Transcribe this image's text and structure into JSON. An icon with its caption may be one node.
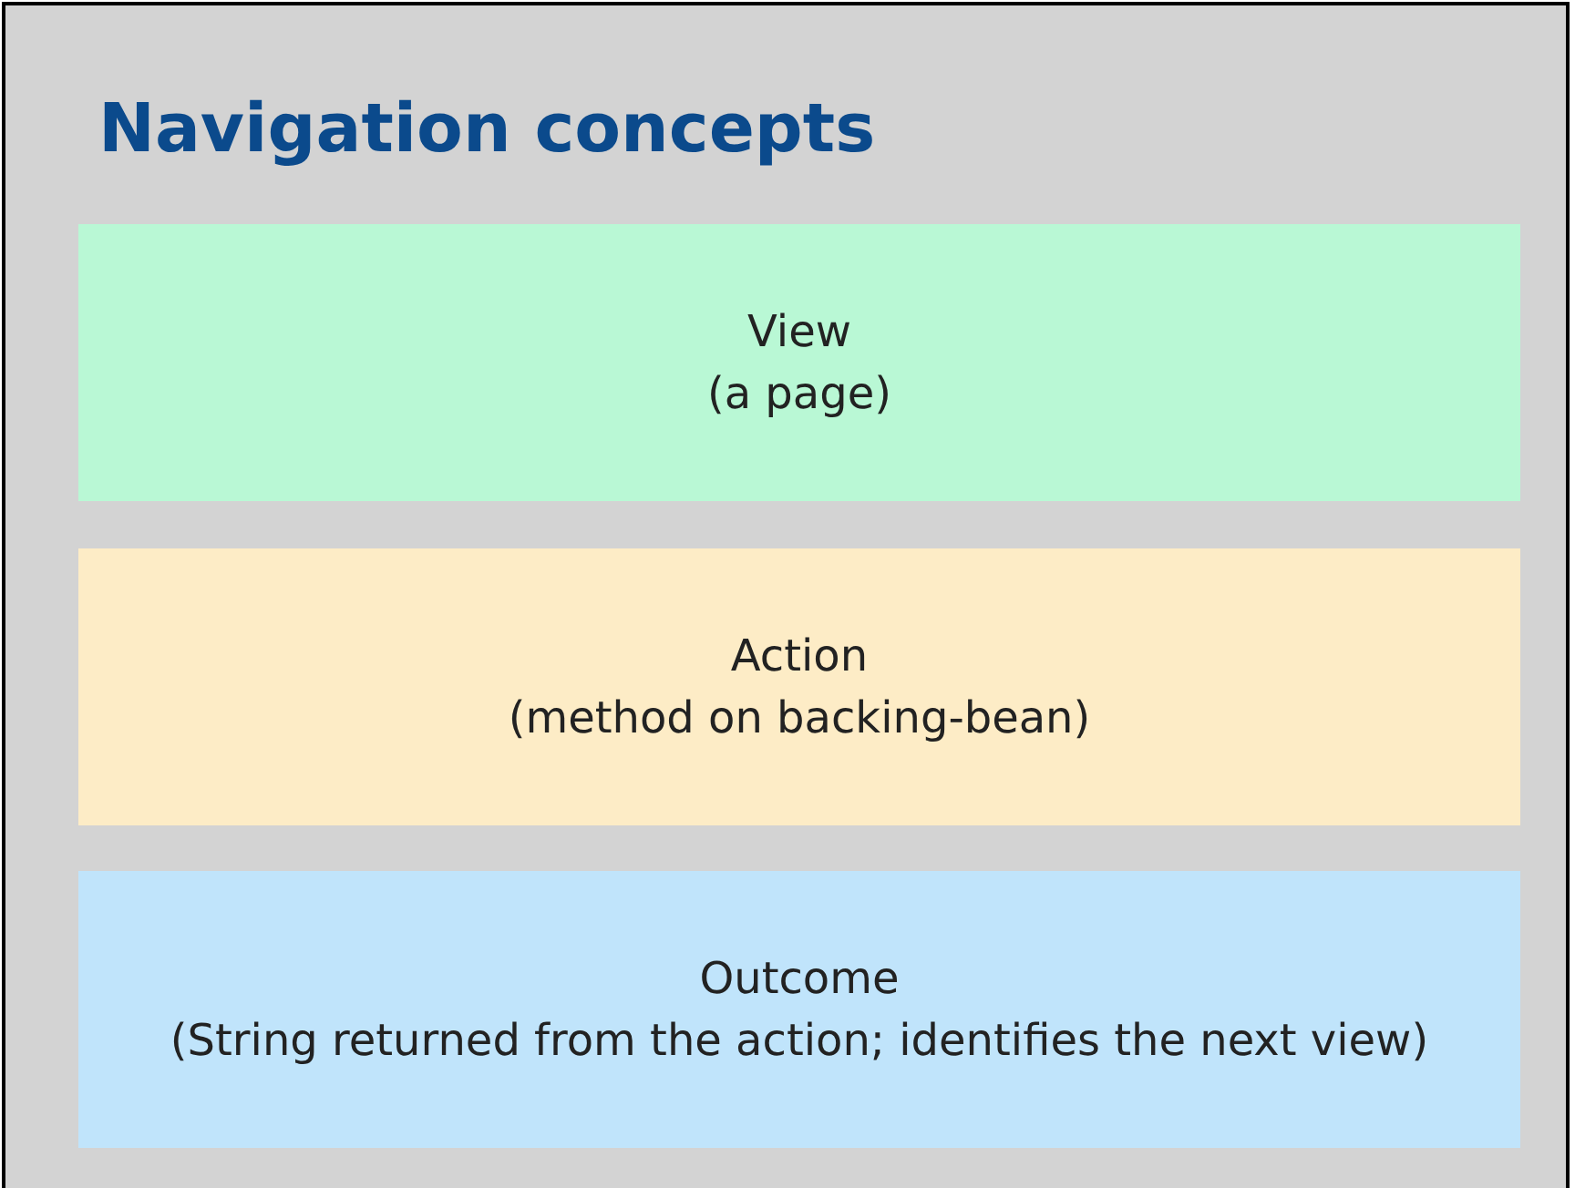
{
  "diagram": {
    "title": "Navigation concepts",
    "nodes": [
      {
        "text": [
          "View",
          "(a page)"
        ]
      },
      {
        "text": [
          "Action",
          "(method on backing-bean)"
        ]
      },
      {
        "text": [
          "Outcome",
          "(String returned from the action; identifies the next view)"
        ]
      }
    ]
  }
}
